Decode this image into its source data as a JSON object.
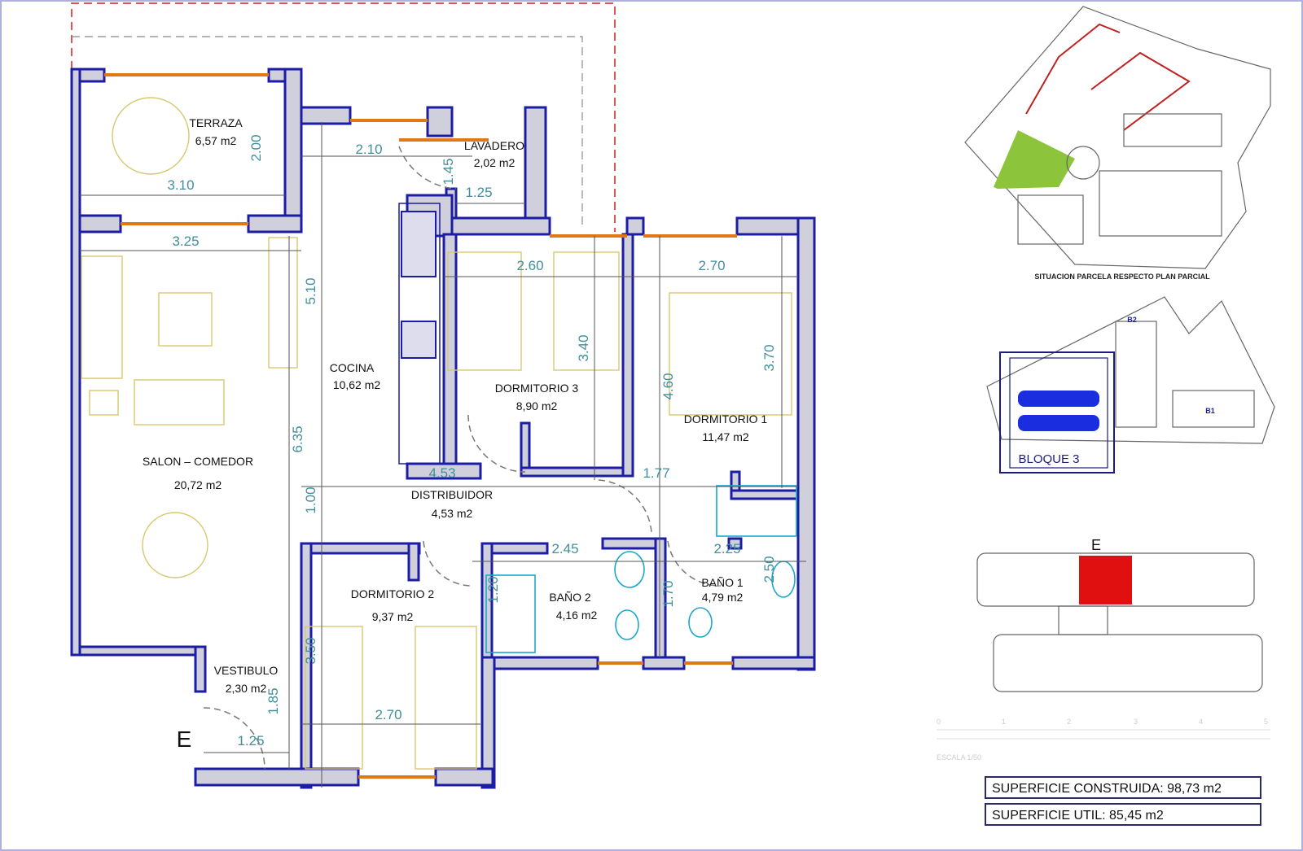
{
  "rooms": [
    {
      "name": "TERRAZA",
      "area": "6,57 m2"
    },
    {
      "name": "LAVADERO",
      "area": "2,02 m2"
    },
    {
      "name": "COCINA",
      "area": "10,62 m2"
    },
    {
      "name": "DORMITORIO 3",
      "area": "8,90 m2"
    },
    {
      "name": "DORMITORIO 1",
      "area": "11,47 m2"
    },
    {
      "name": "SALON – COMEDOR",
      "area": "20,72 m2"
    },
    {
      "name": "DISTRIBUIDOR",
      "area": "4,53 m2"
    },
    {
      "name": "DORMITORIO 2",
      "area": "9,37 m2"
    },
    {
      "name": "BAÑO 2",
      "area": "4,16 m2"
    },
    {
      "name": "BAÑO 1",
      "area": "4,79 m2"
    },
    {
      "name": "VESTIBULO",
      "area": "2,30 m2"
    }
  ],
  "dimensions": [
    "2.00",
    "3.10",
    "2.10",
    "1.45",
    "1.25",
    "3.25",
    "2.60",
    "2.70",
    "5.10",
    "3.40",
    "3.70",
    "4.60",
    "6.35",
    "4.53",
    "1.77",
    "1.00",
    "2.45",
    "2.25",
    "1.20",
    "1.70",
    "2.50",
    "3.50",
    "1.85",
    "2.70",
    "1.25"
  ],
  "entrance_marker": "E",
  "site_plan": {
    "caption": "SITUACION PARCELA RESPECTO PLAN PARCIAL",
    "highlight_color": "#8cc43c"
  },
  "block_plan": {
    "labels": [
      "B2",
      "B3",
      "B1"
    ],
    "selected": "BLOQUE 3",
    "highlight_color": "#1a2ee0"
  },
  "floor_key": {
    "marker": "E",
    "highlight_color": "#e01010"
  },
  "scale": {
    "ticks": [
      "0",
      "1",
      "2",
      "3",
      "4",
      "5"
    ],
    "label": "ESCALA 1/50"
  },
  "summary": {
    "built_area": "SUPERFICIE CONSTRUIDA: 98,73 m2",
    "usable_area": "SUPERFICIE UTIL: 85,45 m2"
  }
}
